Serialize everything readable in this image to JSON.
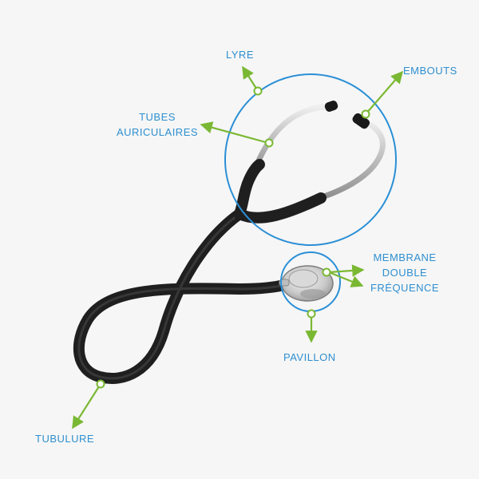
{
  "colors": {
    "label_text": "#2e8fd0",
    "callout_circle": "#2a8fd6",
    "leader_line": "#7ab833",
    "tubing": "#262626",
    "metal": "#c9c9c9",
    "background": "#f6f6f6"
  },
  "labels": {
    "lyre": "LYRE",
    "embouts": "EMBOUTS",
    "tubes_line1": "TUBES",
    "tubes_line2": "AURICULAIRES",
    "membrane_line1": "MEMBRANE",
    "membrane_line2": "DOUBLE",
    "membrane_line3": "FRÉQUENCE",
    "pavillon": "PAVILLON",
    "tubulure": "TUBULURE"
  }
}
